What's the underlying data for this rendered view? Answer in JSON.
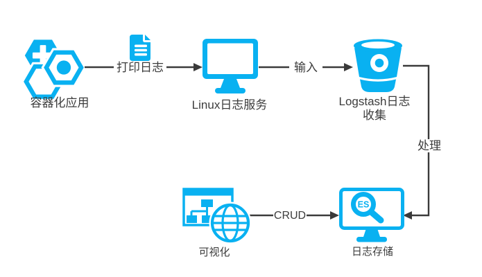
{
  "diagram": {
    "title": "log-pipeline-flow-diagram",
    "colors": {
      "accent": "#09b1f1",
      "line": "#3a3a3a",
      "text": "#3c3c3c",
      "background": "#ffffff"
    },
    "nodes": {
      "container_app": {
        "label": "容器化应用",
        "icon": "hexagon-cluster-icon"
      },
      "linux_log_service": {
        "label": "Linux日志服务",
        "icon": "monitor-icon"
      },
      "logstash_collector": {
        "label": "Logstash日志收集",
        "icon": "bucket-icon"
      },
      "log_storage": {
        "label": "日志存储",
        "icon": "es-search-monitor-icon"
      },
      "visualization": {
        "label": "可视化",
        "icon": "sitemap-globe-icon"
      }
    },
    "edges": {
      "print_logs": {
        "label": "打印日志",
        "from": "container_app",
        "to": "linux_log_service"
      },
      "input": {
        "label": "输入",
        "from": "linux_log_service",
        "to": "logstash_collector"
      },
      "process": {
        "label": "处理",
        "from": "logstash_collector",
        "to": "log_storage"
      },
      "crud": {
        "label": "CRUD",
        "from": "visualization",
        "to": "log_storage"
      }
    },
    "decorations": {
      "document_icon": "document-lines-icon"
    }
  }
}
